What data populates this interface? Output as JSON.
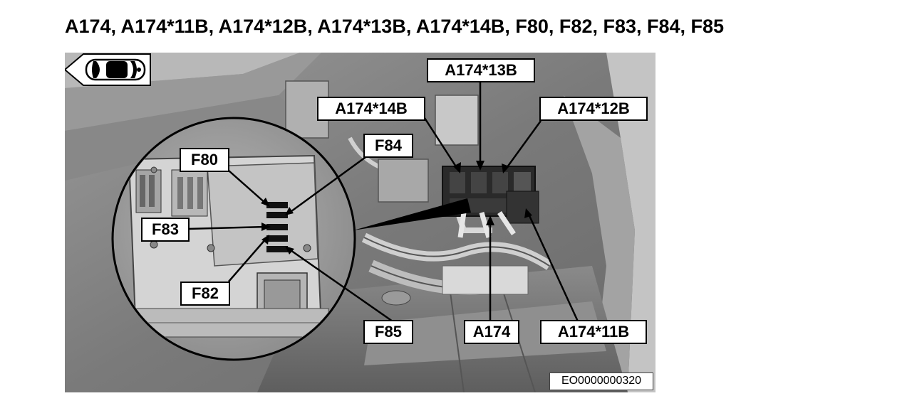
{
  "title": "A174, A174*11B, A174*12B, A174*13B, A174*14B, F80, F82, F83, F84, F85",
  "callouts": {
    "a174_13b": "A174*13B",
    "a174_14b": "A174*14B",
    "a174_12b": "A174*12B",
    "f80": "F80",
    "f84": "F84",
    "f83": "F83",
    "f82": "F82",
    "f85": "F85",
    "a174": "A174",
    "a174_11b": "A174*11B"
  },
  "image_code": "EO0000000320",
  "icons": {
    "orientation": "vehicle-orientation-icon"
  },
  "colors": {
    "background": "#ffffff",
    "label_fill": "#ffffff",
    "label_border": "#000000",
    "leader_line": "#000000"
  }
}
